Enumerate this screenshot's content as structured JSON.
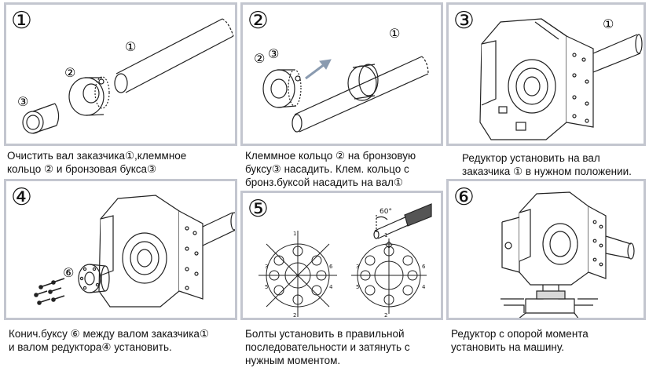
{
  "steps": [
    {
      "number": "①",
      "caption": "Очистить вал заказчика①,клеммное\nкольцо ② и бронзовая букса③",
      "labels": [
        "①",
        "②",
        "③"
      ]
    },
    {
      "number": "②",
      "caption": "Клеммное кольцо ② на бронзовую\nбуксу③ насадить. Клем. кольцо с\nбронз.буксой  насадить на вал①",
      "labels": [
        "①",
        "②",
        "③"
      ]
    },
    {
      "number": "③",
      "caption": "Редуктор установить на вал\nзаказчика ① в нужном положении.",
      "labels": [
        "①"
      ]
    },
    {
      "number": "④",
      "caption": "Конич.буксу ⑥ между валом  заказчика①\nи валом редуктора④ установить.",
      "labels": [
        "⑥"
      ]
    },
    {
      "number": "⑤",
      "caption": "Болты  установить в правильной\nпоследовательности и затянуть с\nнужным моментом.",
      "labels": [
        "6",
        "3",
        "5",
        "1",
        "4",
        "2",
        "60°"
      ]
    },
    {
      "number": "⑥",
      "caption": "Редуктор с опорой момента\nустановить на машину.",
      "labels": []
    }
  ],
  "colors": {
    "frame": "#c3c6cf",
    "arrow": "#8a9bb0",
    "ink": "#222222"
  }
}
